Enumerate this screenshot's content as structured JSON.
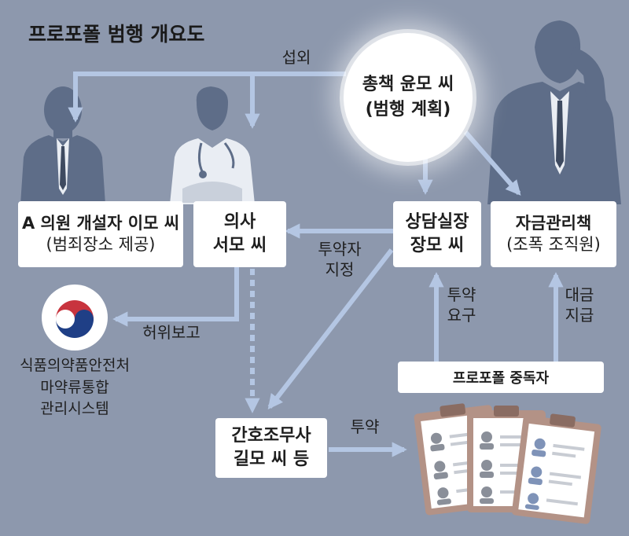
{
  "title": "프로포폴 범행 개요도",
  "center": {
    "line1": "총책 윤모 씨",
    "line2": "(범행 계획)"
  },
  "nodes": {
    "clinic_owner": {
      "line1": "A 의원 개설자 이모 씨",
      "line2": "(범죄장소 제공)"
    },
    "doctor": {
      "line1": "의사",
      "line2": "서모 씨"
    },
    "counsel_chief": {
      "line1": "상담실장",
      "line2": "장모 씨"
    },
    "fund_manager": {
      "line1": "자금관리책",
      "line2": "(조폭 조직원)"
    },
    "nurse_aide": {
      "line1": "간호조무사",
      "line2": "길모 씨 등"
    },
    "addicts": {
      "label": "프로포폴 중독자"
    },
    "mfds": {
      "line1": "식품의약품안전처",
      "line2": "마약류통합",
      "line3": "관리시스템"
    }
  },
  "edge_labels": {
    "recruit": "섭외",
    "designate_1": "투약자",
    "designate_2": "지정",
    "false_report": "허위보고",
    "request_1": "투약",
    "request_2": "요구",
    "payment_1": "대금",
    "payment_2": "지급",
    "administer": "투약"
  },
  "colors": {
    "background": "#8d98ad",
    "arrow": "#b4c6e3",
    "silhouette": "#5e6d88",
    "box": "#ffffff",
    "logo_red": "#c8343e",
    "logo_blue": "#1f3f86",
    "clipboard": "#b39286"
  },
  "icons": [
    "businessman-silhouette-icon",
    "doctor-silhouette-icon",
    "phone-caller-silhouette-icon",
    "government-logo-icon",
    "patient-records-clipboard-icon"
  ]
}
